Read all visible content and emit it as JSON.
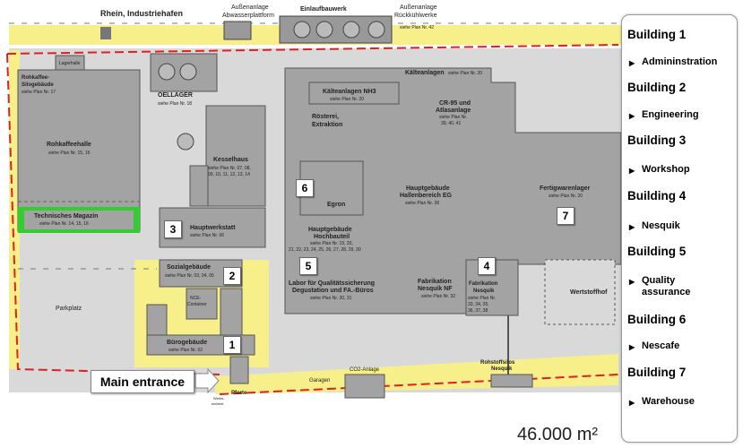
{
  "map": {
    "top_labels": {
      "rhein": "Rhein,  Industriehafen",
      "abwasser_1": "Außenanlage",
      "abwasser_2": "Abwasserplattform",
      "einlauf": "Einlaufbauwerk",
      "rueck_1": "Außenanlage",
      "rueck_2": "Rückkühlwerke",
      "rueck_plan": "siehe Plan Nr. 42"
    },
    "buildings": {
      "lagerhalle": "Lagerhalle",
      "rohkaffee_silo_1": "Rohkaffee-",
      "rohkaffee_silo_2": "Silogebäude",
      "rohkaffee_silo_plan": "siehe Plan Nr. 17",
      "oellager": "OELLAGER",
      "oellager_plan": "siehe Plan Nr. 18",
      "rohkaffeehalle": "Rohkaffeehalle",
      "rohkaffeehalle_plan": "siehe Plan Nr. 15, 16",
      "tech_magazin": "Technisches Magazin",
      "tech_magazin_plan": "siehe Plan Nr. 14, 15, 16",
      "kesselhaus": "Kesselhaus",
      "kesselhaus_plan_1": "siehe Plan Nr. 07, 08,",
      "kesselhaus_plan_2": "09, 10, 11, 12, 13, 14",
      "hauptwerkstatt": "Hauptwerkstatt",
      "hauptwerkstatt_plan": "siehe Plan Nr. 06",
      "kaelteanlagen": "Kälteanlagen",
      "kaelteanlagen_plan": "siehe Plan Nr. 20",
      "kaelte_nh3": "Kälteanlagen NH3",
      "kaelte_nh3_plan": "siehe Plan Nr. 20",
      "roesterei_1": "Rösterei,",
      "roesterei_2": "Extraktion",
      "cr95_1": "CR-95 und",
      "cr95_2": "Atlasanlage",
      "cr95_plan_1": "siehe Plan Nr.",
      "cr95_plan_2": "39, 40, 41",
      "egron": "Egron",
      "hauptgebaeude_1": "Hauptgebäude",
      "hauptgebaeude_2": "Hallenbereich EG",
      "hauptgebaeude_plan": "siehe Plan Nr. 28",
      "fertigwaren": "Fertigwarenlager",
      "fertigwaren_plan": "siehe Plan Nr. 20",
      "hochbau_1": "Hauptgebäude",
      "hochbau_2": "Hochbauteil",
      "hochbau_plan_1": "siehe Plan Nr. 19, 20,",
      "hochbau_plan_2": "21, 22, 23, 24, 25, 26, 27, 28, 29, 30",
      "sozial": "Sozialgebäude",
      "sozial_plan": "siehe Plan Nr. 03, 04, 05",
      "labor_1": "Labor für Qualitätssicherung",
      "labor_2": "Degustation und FA.-Büros",
      "labor_plan": "siehe Plan Nr. 20, 31",
      "fab_nf_1": "Fabrikation",
      "fab_nf_2": "Nesquik NF",
      "fab_nf_plan": "siehe Plan Nr. 32",
      "fab_1": "Fabrikation",
      "fab_2": "Nesquik",
      "fab_plan_1": "siehe Plan Nr.",
      "fab_plan_2": "33, 34, 35,",
      "fab_plan_3": "36, 37, 38",
      "wertstoffhof": "Wertstoffhof",
      "parkplatz": "Parkplatz",
      "nce_1": "NCE-",
      "nce_2": "Container",
      "buero": "Bürogebäude",
      "buero_plan": "siehe Plan Nr. 02",
      "pforte": "Pforte",
      "werks_1": "Werks-",
      "werks_2": "einfahrt",
      "garagen": "Garagen",
      "co2": "CO2-Anlage",
      "silos_1": "Rohstoffsilos",
      "silos_2": "Nesquik"
    },
    "markers": [
      "1",
      "2",
      "3",
      "4",
      "5",
      "6",
      "7"
    ],
    "main_entrance": "Main entrance",
    "area": "46.000 m²",
    "colors": {
      "building": "#a3a3a3",
      "yard": "#f7f08a",
      "magazin": "#33cc33",
      "boundary": "#e02020"
    }
  },
  "sidebar": {
    "entries": [
      {
        "heading": "Building 1",
        "item": "Admininstration"
      },
      {
        "heading": "Building 2",
        "item": "Engineering"
      },
      {
        "heading": "Building 3",
        "item": "Workshop"
      },
      {
        "heading": "Building 4",
        "item": "Nesquik"
      },
      {
        "heading": "Building 5",
        "item_line1": "Quality",
        "item_line2": "assurance"
      },
      {
        "heading": "Building 6",
        "item": "Nescafe"
      },
      {
        "heading": "Building 7",
        "item": "Warehouse"
      }
    ]
  }
}
